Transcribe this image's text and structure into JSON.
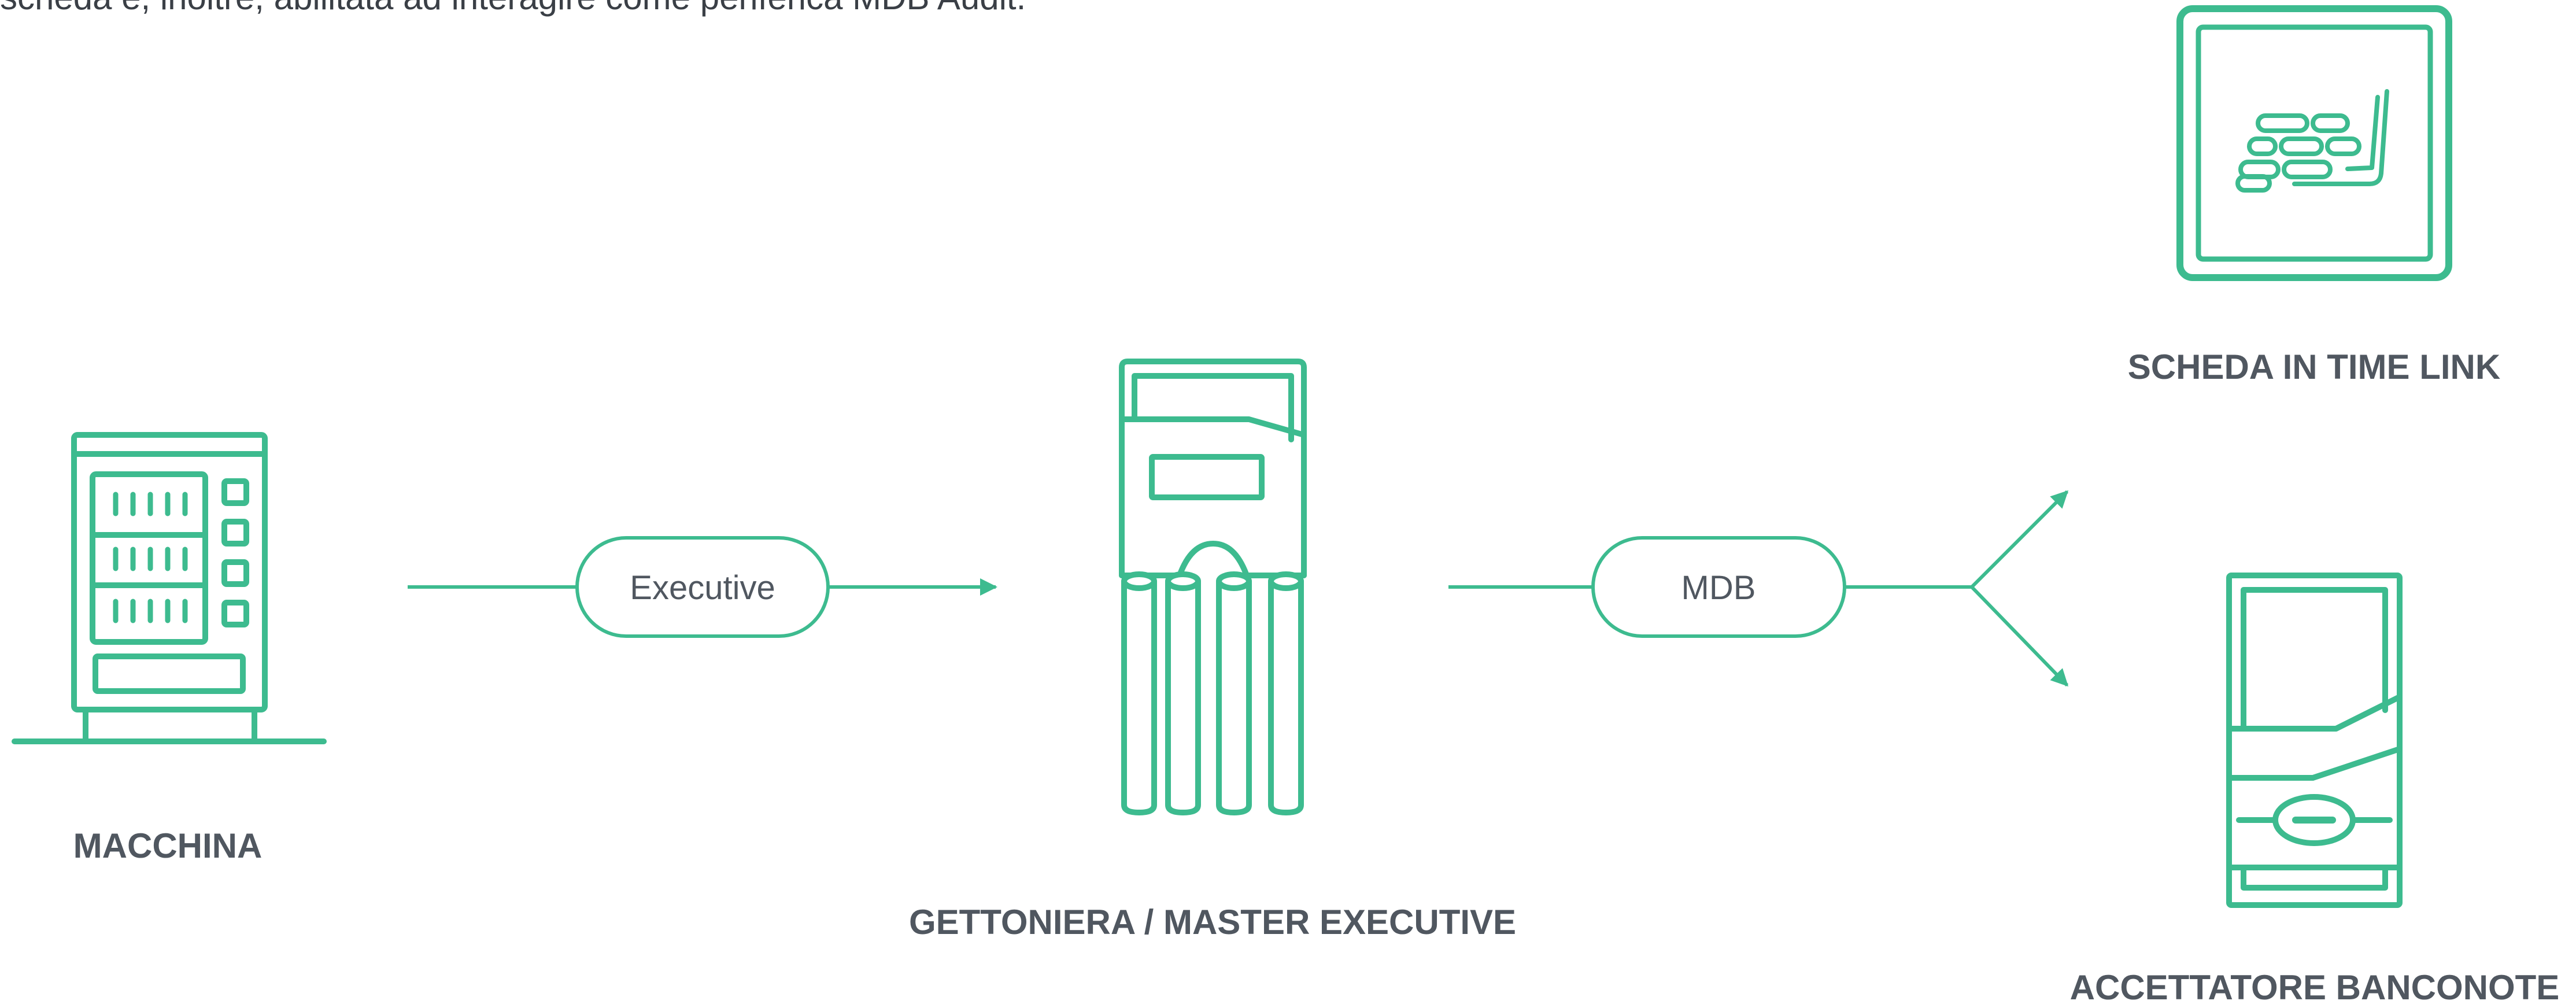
{
  "intro_text": "scheda è, inoltre, abilitata ad interagire come periferica MDB Audit.",
  "colors": {
    "accent": "#3dbb8f",
    "text": "#505760"
  },
  "nodes": {
    "macchina": {
      "label": "MACCHINA",
      "icon": "vending-machine-icon"
    },
    "gettoniera": {
      "label": "GETTONIERA / MASTER EXECUTIVE",
      "icon": "coin-mechanism-icon"
    },
    "scheda": {
      "label": "SCHEDA IN TIME LINK",
      "icon": "circuit-board-icon"
    },
    "banconote": {
      "label": "ACCETTATORE BANCONOTE",
      "icon": "bill-acceptor-icon"
    }
  },
  "connections": {
    "executive": {
      "label": "Executive"
    },
    "mdb": {
      "label": "MDB"
    }
  }
}
